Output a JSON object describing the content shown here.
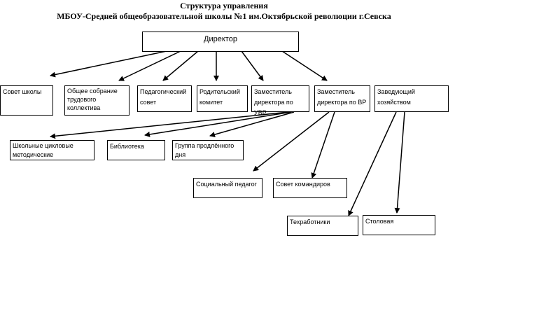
{
  "title_line1": "Структура управления",
  "title_line2": "МБОУ-Средней общеобразовательной школы №1 им.Октябрьской революции г.Севска",
  "nodes": {
    "director": "Директор",
    "council": "Совет школы",
    "labor_meeting": "Общее собрание трудового коллектива",
    "ped_council": "Педагогический совет",
    "parent_committee": "Родительский комитет",
    "deputy_uvr": "Заместитель директора по УВР",
    "deputy_vr": "Заместитель директора по ВР",
    "household": "Заведующий хозяйством",
    "method_assoc": "Школьные цикловые методические",
    "library": "Библиотека",
    "extended_day": "Группа продлённого дня",
    "social_teacher": "Социальный педагог",
    "commanders_council": "Совет командиров",
    "tech_workers": "Техработники",
    "canteen": "Столовая"
  }
}
